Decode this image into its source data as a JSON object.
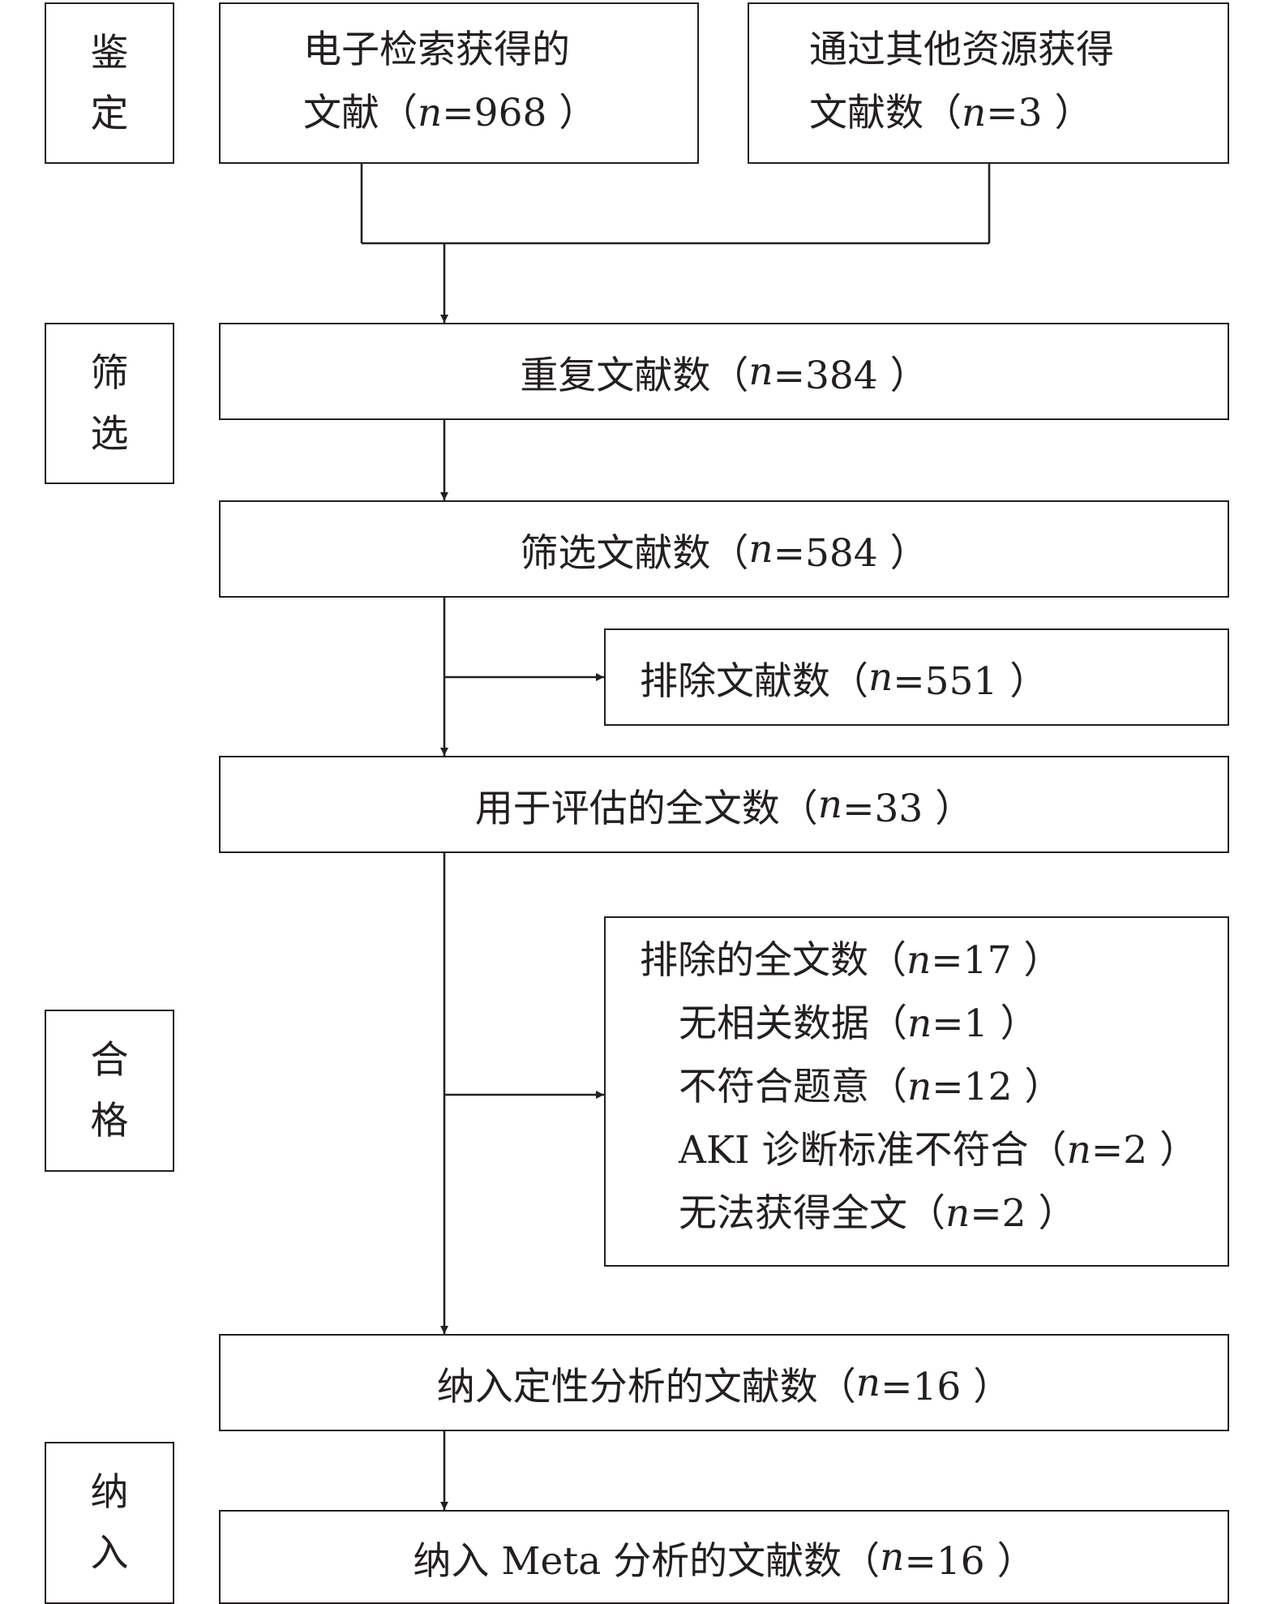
{
  "stages": {
    "identification": [
      "鉴",
      "定"
    ],
    "screening": [
      "筛",
      "选"
    ],
    "eligibility": [
      "合",
      "格"
    ],
    "included": [
      "纳",
      "入"
    ]
  },
  "boxes": {
    "electronic_search": {
      "line1": "电子检索获得的",
      "prefix": "文献（",
      "n": "n",
      "rest": "=968 ）"
    },
    "other_sources": {
      "line1": "通过其他资源获得",
      "prefix": "文献数（",
      "n": "n",
      "rest": "=3 ）"
    },
    "duplicates": {
      "prefix": "重复文献数（",
      "n": "n",
      "rest": "=384 ）"
    },
    "screened": {
      "prefix": "筛选文献数（",
      "n": "n",
      "rest": "=584 ）"
    },
    "excluded_screen": {
      "prefix": "排除文献数（",
      "n": "n",
      "rest": "=551 ）"
    },
    "fulltext_assessed": {
      "prefix": "用于评估的全文数（",
      "n": "n",
      "rest": "=33 ）"
    },
    "fulltext_excluded": {
      "title": {
        "prefix": "排除的全文数（",
        "n": "n",
        "rest": "=17 ）"
      },
      "reasons": [
        {
          "prefix": "无相关数据（",
          "n": "n",
          "rest": "=1 ）"
        },
        {
          "prefix": "不符合题意（",
          "n": "n",
          "rest": "=12 ）"
        },
        {
          "prefix": "AKI 诊断标准不符合（",
          "n": "n",
          "rest": "=2 ）"
        },
        {
          "prefix": "无法获得全文（",
          "n": "n",
          "rest": "=2 ）"
        }
      ]
    },
    "qualitative": {
      "prefix": "纳入定性分析的文献数（",
      "n": "n",
      "rest": "=16 ）"
    },
    "meta": {
      "prefix": "纳入 Meta 分析的文献数（",
      "n": "n",
      "rest": "=16 ）"
    }
  }
}
